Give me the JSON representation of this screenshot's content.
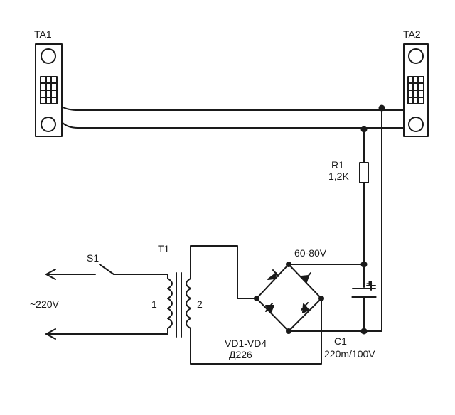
{
  "labels": {
    "ta1": "TA1",
    "ta2": "TA2",
    "r1_name": "R1",
    "r1_value": "1,2K",
    "t1": "T1",
    "s1": "S1",
    "mains": "~220V",
    "winding1": "1",
    "winding2": "2",
    "bridge_voltage": "60-80V",
    "diodes_name": "VD1-VD4",
    "diodes_type": "Д226",
    "c1_name": "C1",
    "c1_value": "220m/100V",
    "plus": "+"
  },
  "colors": {
    "ink": "#1a1a1a",
    "background": "#ffffff"
  }
}
